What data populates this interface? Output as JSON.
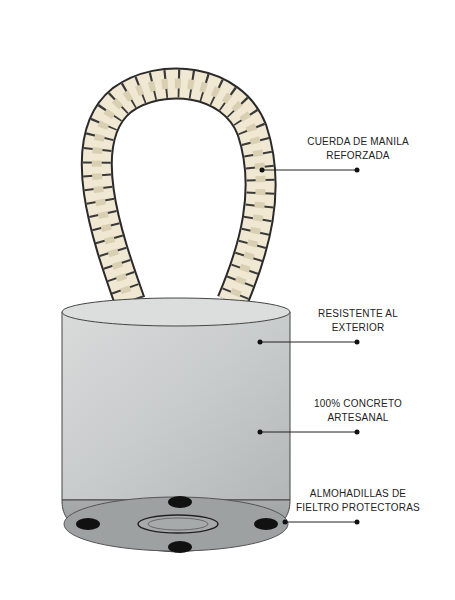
{
  "diagram": {
    "labels": [
      "CUERDA DE MANILA REFORZADA",
      "RESISTENTE AL EXTERIOR",
      "100% CONCRETO ARTESANAL",
      "ALMOHADILLAS DE FIELTRO PROTECTORAS"
    ]
  }
}
